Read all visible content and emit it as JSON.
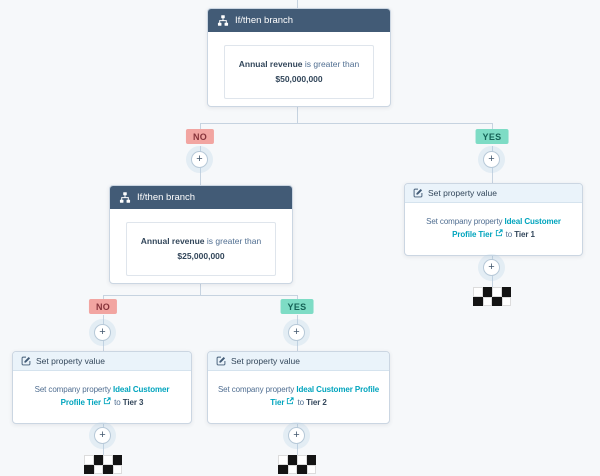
{
  "colors": {
    "canvas_bg": "#f6f8fa",
    "connector": "#c6d3e0",
    "branch_header_bg": "#425b76",
    "card_border": "#cbd6e2",
    "action_header_bg": "#eaf3fa",
    "link": "#00a4bd",
    "no_badge_bg": "#f2a5a1",
    "no_badge_text": "#86333a",
    "yes_badge_bg": "#7edcc5",
    "yes_badge_text": "#156256",
    "text_dark": "#33475b",
    "text_gray": "#506e91"
  },
  "labels": {
    "branch_type": "If/then branch",
    "action_type": "Set property value",
    "no": "NO",
    "yes": "YES",
    "plus": "+"
  },
  "icons": {
    "branch_header": "sitemap-icon",
    "action_header": "edit-icon",
    "link_suffix": "external-link-icon",
    "connector_add": "plus-icon",
    "terminal": "checkered-flag-icon"
  },
  "branches": {
    "b1": {
      "property": "Annual revenue",
      "operator": " is greater than",
      "value": "$50,000,000"
    },
    "b2": {
      "property": "Annual revenue",
      "operator": " is greater than",
      "value": "$25,000,000"
    }
  },
  "actions": {
    "tier1": {
      "prefix": "Set company property",
      "link": "Ideal Customer Profile Tier",
      "to": "to",
      "value": "Tier 1"
    },
    "tier2": {
      "prefix": "Set company property",
      "link": "Ideal Customer Profile Tier",
      "to": "to",
      "value": "Tier 2"
    },
    "tier3": {
      "prefix": "Set company property",
      "link": "Ideal Customer Profile Tier",
      "to": "to",
      "value": "Tier 3"
    }
  }
}
